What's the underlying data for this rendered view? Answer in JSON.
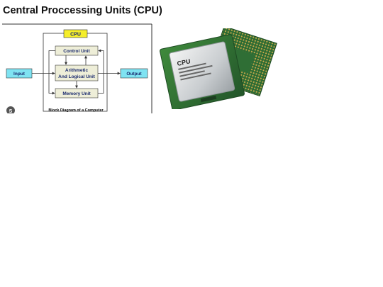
{
  "page": {
    "title": "Central Proccessing Units (CPU)"
  },
  "diagram": {
    "cpu_label": "CPU",
    "control_unit": "Control Unit",
    "alu_line1": "Arithmetic",
    "alu_line2": "And Logical Unit",
    "memory_unit": "Memory Unit",
    "input": "Input",
    "output": "Output",
    "caption": "Block Diagram of a Computer",
    "colors": {
      "yellow": "#f5ee2a",
      "box_fill": "#eeeed8",
      "io_fill": "#7fe3f2",
      "text": "#1a2a6e"
    }
  },
  "chip": {
    "brand": "CPU"
  }
}
